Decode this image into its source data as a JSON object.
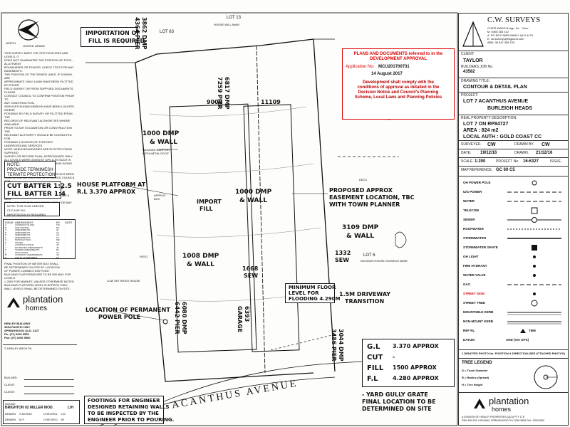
{
  "importation": {
    "line1": "IMPORTATION OF",
    "line2": "FILL IS REQUIRED"
  },
  "north_label": "NORTH",
  "grade_label": "LIMITED GRADE",
  "notes": [
    "THIS SURVEY MAPS THE SITE FEATURES AND LEVELS. IT",
    "DOES NOT GUARANTEE THE POSITION OF POOL, ALLOTMENT",
    "BOUNDARIES OR FENCES. CHECK TITLE FOR ANY EASEMENTS.",
    "THE POSITION OF THE SEWER LINES, IF SHOWN, ARE",
    "APPROXIMATE ONLY & MAY HAVE BEEN PLOTTED BY EITHER",
    "FIELD SURVEY OR FROM SUPPLIED DOCUMENTS. PLEASE",
    "CONTACT COUNCIL TO CONFIRM POSITION PRIOR TO",
    "ANY CONSTRUCTION.",
    "SERVICES SHOWN HEREON HAVE BEEN LOCATED WHERE",
    "POSSIBLE BY FIELD SURVEY OR PLOTTED FROM THE",
    "RECORDS OF RELEVANT AUTHORITIES WHERE AVAILABLE.",
    "PRIOR TO ANY EXCAVATION OR CONSTRUCTION THE",
    "RELEVANT AUTHORITY SHOULD BE CONTACTED FOR",
    "POSSIBLE LOCATION OF FURTHER UNDERGROUND SERVICES.",
    "NOTE: WHEN BOUNDARIES ARE PLOTTED FROM SUPPLIED",
    "SURVEY OR RECORD PLAN, APPROXIMATE ONLY.",
    "ALL LEVELS WERE GIVEN BY GPS & AS SUCH IS",
    "APPROXIMATE ONLY. THE LOCATION AND SIZING OF TREES",
    "IS APPROXIMATE ONLY.",
    "A 'DIAL BEFORE YOU DIG' SEARCH HAS NOT BEEN",
    "COMPLETED ON THE PROPERTY. CHECK COUNCIL FOR",
    "FLOOD INFORMATION.",
    "THIS PLAN HAS BEEN PREPARED FOR THE PURPOSE OF",
    "PLANTATION HOMES DESIGNING AND SITING A NEW",
    "DWELLING AND SHOULD NOT BE USED FOR ANY OTHER",
    "PURPOSE."
  ],
  "termite": {
    "line1": "NOTE:",
    "line2": "PROVIDE TERMIMESH",
    "line3": "TERMITE PROTECTION"
  },
  "batter": {
    "cut": "CUT BATTER 1:2.5",
    "fill": "FILL BATTER 1:4"
  },
  "uneven_note": {
    "line1": "NOTE: THIS IS AN UNEVEN",
    "line2": "CUT AND FILL",
    "line3": "IMPORTATION IS REQUIRED"
  },
  "amendments": {
    "header": [
      "ISSUE",
      "AMENDMENT",
      "BY",
      "DATE"
    ],
    "rows": [
      [
        "A",
        "CONTRACT PLANS",
        "TW",
        "-"
      ],
      [
        "B",
        "FOR SIGNING",
        "MA",
        "-"
      ],
      [
        "C",
        "AMENDMENTS",
        "HL",
        "-"
      ],
      [
        "D",
        "AMENDMENTS",
        "AA",
        "-"
      ],
      [
        "E",
        "AMENDMENTS",
        "AA",
        "-"
      ],
      [
        "F",
        "AMENDMENTS",
        "ST",
        "-"
      ],
      [
        "G",
        "MONTHLY INFO",
        "MR",
        "-"
      ],
      [
        "H",
        "ISSUED",
        "KA",
        "-"
      ],
      [
        "I",
        "CONTRACT ISSUE",
        "JH",
        "-"
      ],
      [
        "J",
        "ESTIMATED AMENDMENTS",
        "JH",
        "-"
      ],
      [
        "K",
        "TENDER AMENDMENTS",
        "ML",
        "-"
      ],
      [
        "L",
        "FINAL ISSUE",
        "LH",
        "-"
      ],
      [
        "M",
        "CONTRACT AMENDMENTS",
        "JO",
        "-"
      ],
      [
        "N",
        "FOR PLAN REFERRAL",
        "KC",
        "-"
      ]
    ]
  },
  "site_notes": [
    "FINAL POSITION OF METER BOX SHALL",
    "BE DETERMINED ON SITE BY LOCATION",
    "OF POWER CONNECTION POINT.",
    "BUILDING PLATFORMS ARE TO BE 500 MAX FOR LEVELS",
    "> 2000 FOR MARKET, UNLESS OTHERWISE NOTED",
    "BUILDING PLATFORM LEVEL IS APPROX ONLY,",
    "WALL LEVELS SHALL BE DETERMINED ON SITE."
  ],
  "plantation_logo": {
    "word1": "plantation",
    "word2": "homes"
  },
  "plantation_address": {
    "line1": "HENLEY BUILDING",
    "line2": "3354 PACIFIC HWY",
    "line3": "SPRINGWOOD QLD. 4127",
    "line4": "Ph: (07) 3290 5555",
    "line5": "Fax: (07) 3290 5500"
  },
  "copyright": "© HENLEY ARCH P/L",
  "signature_rows": [
    {
      "label": "BUILDER:",
      "value": ""
    },
    {
      "label": "CLIENT:",
      "value": ""
    },
    {
      "label": "CLIENT:",
      "value": ""
    }
  ],
  "house_box": {
    "label1": "HOUSE:",
    "value1": "BRIGHTON 02 MILLER MOD.",
    "label2": "L/H"
  },
  "house_grid": [
    [
      "DRAWN",
      "S.W/2015"
    ],
    [
      "CHECKED",
      "J.W"
    ],
    [
      "DRAWN",
      "M.F."
    ],
    [
      "CHECKED",
      "JH"
    ]
  ],
  "footings_note": {
    "line1": "FOOTINGS FOR ENGINEER",
    "line2": "DESIGNED RETAINING WALLS",
    "line3": "TO BE INSPECTED BY THE",
    "line4": "ENGINEER PRIOR TO POURING."
  },
  "lot_labels": {
    "lot63": "LOT 63",
    "lot13": "LOT 13",
    "lot6": "LOT 6",
    "lot6_sub": "WOODEN HOUSE ON BRICK BASE",
    "lot6_2": "LOW SET BRICK HOUSE",
    "house_north": "HOUSE WILL AWAY"
  },
  "plan_labels": {
    "p1": "3862 DMP",
    "p1b": "4364 PIER",
    "p2": "6817 DMP",
    "p2b": "7259 PIER",
    "dim1": "9008",
    "dim2": "11109",
    "p3": "1000 DMP",
    "p3b": "& WALL",
    "carport": "WOODEN CARPORT WITH METAL ROOF",
    "platform1": "HOUSE PLATFORM AT",
    "platform2": "R.L 3.370 APPROX",
    "import1": "IMPORT",
    "import2": "FILL",
    "p4": "1000 DMP",
    "p4b": "& WALL",
    "easement1": "PROPOSED APPROX",
    "easement2": "EASEMENT LOCATION, TBC",
    "easement3": "WITH TOWN PLANNER",
    "p5": "3109 DMP",
    "p5b": "& WALL",
    "sew1": "1332",
    "sew1b": "SEW",
    "p6": "1008 DMP",
    "p6b": "& WALL",
    "sew2": "1668",
    "sew2b": "SEW",
    "flood1": "MINIMUM FLOOR",
    "flood2": "LEVEL FOR",
    "flood3": "FLOODING 4.290M",
    "driveway1": "1.5M DRIVEWAY",
    "driveway2": "TRANSITION",
    "powerpole1": "LOCATION OF PERMANENT",
    "powerpole2": "POWER POLE",
    "p7": "6080 DMP",
    "p7b": "6442 PIER",
    "garage1": "6393",
    "garage2": "GARAGE",
    "p8": "3044 DMP",
    "p8b": "3486 PIER",
    "street": "ACANTHUS AVENUE",
    "patio": "PATIO",
    "deck": "DECK",
    "approx_box": "APPROX BOX"
  },
  "levels": [
    {
      "label": "G.L",
      "value": "3.370 APPROX"
    },
    {
      "label": "CUT",
      "value": "-"
    },
    {
      "label": "FILL",
      "value": "1500 APPROX"
    },
    {
      "label": "F.L",
      "value": "4.280 APPROX"
    }
  ],
  "yard_gully": {
    "line1": "- YARD GULLY GRATE",
    "line2": "FINAL LOCATION TO BE",
    "line3": "DETERMINED ON SITE"
  },
  "approval": {
    "head1": "PLANS AND DOCUMENTS referred to in the",
    "head2": "DEVELOPMENT APPROVAL",
    "app_label": "Application No:",
    "app_no": "MCU201700731",
    "date": "14 August 2017",
    "body1": "Development shall comply with the",
    "body2": "conditions of approval as detailed in the",
    "body3": "Decision Notice and Council's Planning",
    "body4": "Scheme, Local Laws and Planning Policies"
  },
  "title_block": {
    "company": "C.W. SURVEYS",
    "company_lines": [
      "CHRIS WARD B.App. Sc. - Surv.",
      "M: 0408 283 412",
      "A: PO BOX 5853 MANLY QLD 4179",
      "E: cw.surveys@bigpond.com",
      "ABN: 38 947 398 129"
    ],
    "client_label": "CLIENT:",
    "client": "TAYLOR",
    "builders_no_label": "BUILDERS JOB No.",
    "builders_no": "43582",
    "drawing_title_label": "DRAWING TITLE:",
    "drawing_title": "CONTOUR & DETAIL PLAN",
    "project_label": "PROJECT:",
    "project1": "LOT 7 ACANTHUS AVENUE",
    "project2": "BURLEIGH HEADS",
    "rpd_label": "REAL PROPERTY DESCRIPTION:",
    "rpd1": "LOT 7 ON RP84727",
    "rpd2": "AREA : 824 m2",
    "rpd3": "LOCAL AUTH : GOLD COAST CC",
    "surveyed_label": "SURVEYED.",
    "surveyed": "CW",
    "drawn_by_label": "DRAWN BY.",
    "drawn_by": "CW",
    "date1_label": "DATE.",
    "date1": "19/12/16",
    "date2_label": "DRAWN.",
    "date2": "21/12/16",
    "scale_label": "SCALE.",
    "scale": "1:200",
    "project_no_label": "PROJECT No.",
    "project_no": "16-6327",
    "issue_label": "ISSUE.",
    "map_ref_label": "MAP REFERENCE.",
    "map_ref": "GC 60 C5"
  },
  "legend": [
    {
      "name": "OH POWER POLE",
      "symbol": "pole"
    },
    {
      "name": "U/G POWER",
      "symbol": "dash"
    },
    {
      "name": "WATER",
      "symbol": "dash"
    },
    {
      "name": "TELECOM",
      "symbol": "box"
    },
    {
      "name": "SEWER",
      "symbol": "sewer"
    },
    {
      "name": "ROOFWATER",
      "symbol": "roof"
    },
    {
      "name": "STORMWATER",
      "symbol": "storm"
    },
    {
      "name": "STORMWATER GRATE",
      "symbol": "grate"
    },
    {
      "name": "OH LIGHT",
      "symbol": "dot"
    },
    {
      "name": "FIRE HYDRANT",
      "symbol": "dot"
    },
    {
      "name": "WATER VALVE",
      "symbol": "dot"
    },
    {
      "name": "GAS",
      "symbol": "dash"
    },
    {
      "name": "STREET SIGN",
      "symbol": "dot"
    },
    {
      "name": "STREET TREE",
      "symbol": "tree"
    },
    {
      "name": "MOUNTABLE KERB",
      "symbol": "kerb"
    },
    {
      "name": "NON-MOUNT KERB",
      "symbol": "kerb"
    },
    {
      "name": "REF RL",
      "symbol": "ref",
      "extra": "TBM"
    },
    {
      "name": "DATUM",
      "symbol": "text",
      "extra": "AHD (VIA GPS)"
    }
  ],
  "photo_note": "1 DENOTES PHOTO No. POSITION & DIRECTION (SEE ATTACHED PHOTOS)",
  "tree_legend": {
    "title": "TREE LEGEND",
    "d": "D = Trunk Diameter",
    "r": "R = Radius (Spread)",
    "h": "H = Tree Height"
  },
  "footer_logo": {
    "word1": "plantation",
    "word2": "homes",
    "addr1": "A DIVISION OF HENLEY PROPERTIES (QLD) PTY LTD",
    "addr2": "3354 PACIFIC HIGHWAY, SPRINGWOOD PH: 3290 5555  FAX: 3290 5500"
  },
  "colors": {
    "ink": "#111111",
    "red": "#d10000",
    "line": "#222222"
  }
}
